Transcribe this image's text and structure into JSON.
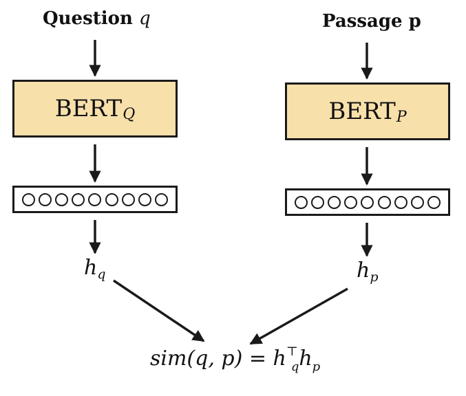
{
  "left": {
    "title_text": "Question",
    "title_var": "q",
    "encoder_base": "BERT",
    "encoder_sub": "Q",
    "output_var": "h",
    "output_sub": "q"
  },
  "right": {
    "title_text": "Passage p",
    "encoder_base": "BERT",
    "encoder_sub": "P",
    "output_var": "h",
    "output_sub": "p"
  },
  "similarity": {
    "lhs": "sim(q, p) =",
    "h1": "h",
    "h1_sup": "⊤",
    "h1_sub": "q",
    "h2": "h",
    "h2_sub": "p"
  }
}
